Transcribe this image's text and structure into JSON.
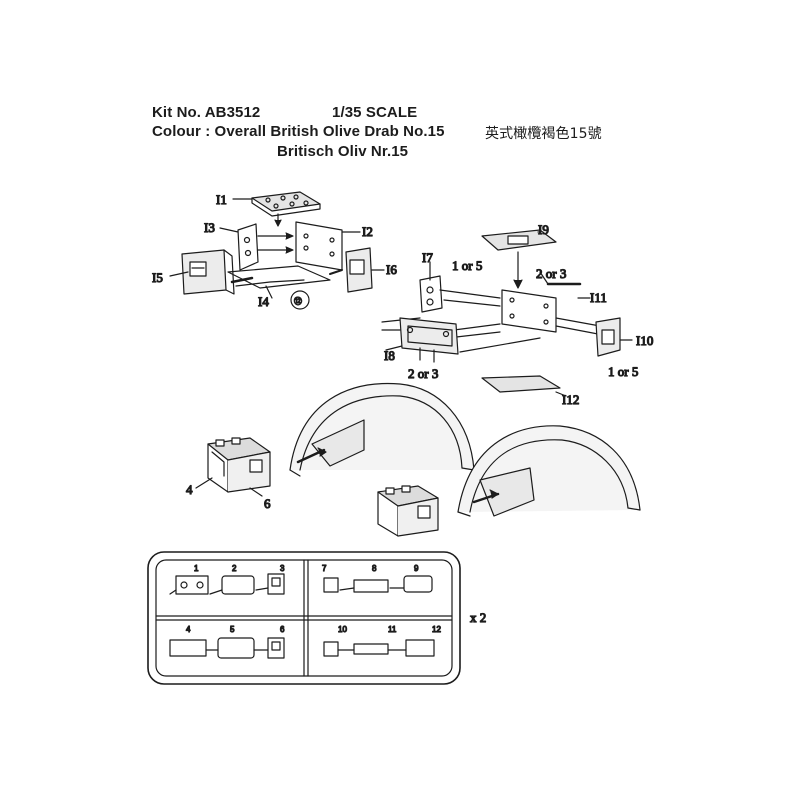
{
  "header": {
    "kit_no": "Kit No. AB3512",
    "scale": "1/35 SCALE",
    "colour_en": "Colour : Overall British Olive Drab No.15",
    "colour_zh": "英式橄欖褐色15號",
    "colour_de": "Britisch Oliv Nr.15"
  },
  "labels": {
    "i1": "I1",
    "i2": "I2",
    "i3": "I3",
    "i4": "I4",
    "i5": "I5",
    "i6": "I6",
    "step": "⑫",
    "i7": "I7",
    "i8": "I8",
    "i9": "I9",
    "i10": "I10",
    "i11": "I11",
    "i12": "I12",
    "one_or_five_a": "1 or 5",
    "two_or_three_a": "2 or 3",
    "two_or_three_b": "2 or 3",
    "one_or_five_b": "1 or 5",
    "p4": "4",
    "p6": "6"
  },
  "sprue": {
    "multiplier": "x 2",
    "numbers": [
      "1",
      "2",
      "3",
      "4",
      "5",
      "6",
      "7",
      "8",
      "9",
      "10",
      "11",
      "12"
    ]
  },
  "colors": {
    "ink": "#1c1c1c",
    "paper": "#ffffff",
    "shade": "#dcdcdc"
  }
}
